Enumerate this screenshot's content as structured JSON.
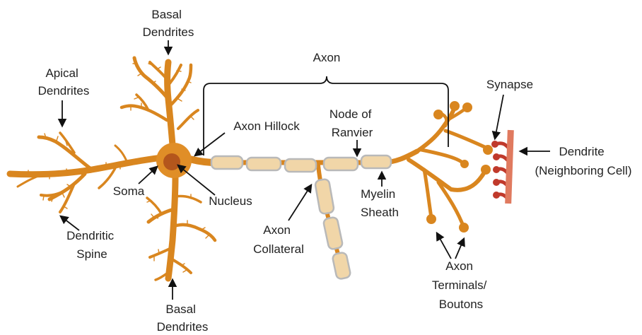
{
  "colors": {
    "neuron": "#D9861F",
    "soma_fill": "#E08E27",
    "nucleus": "#B4561C",
    "myelin": "#F1D6A8",
    "myelin_border": "#B9B9B9",
    "neighbor_dendrite": "#E07A5F",
    "neighbor_spine": "#C0392B",
    "label_text": "#222222"
  },
  "labels": {
    "basal_dendrites_top": [
      "Basal",
      "Dendrites"
    ],
    "apical_dendrites": [
      "Apical",
      "Dendrites"
    ],
    "axon": "Axon",
    "synapse": "Synapse",
    "axon_hillock": "Axon Hillock",
    "node_of_ranvier": [
      "Node of",
      "Ranvier"
    ],
    "dendrite_neighbor": [
      "Dendrite",
      "(Neighboring Cell)"
    ],
    "soma": "Soma",
    "nucleus": "Nucleus",
    "myelin_sheath": [
      "Myelin",
      "Sheath"
    ],
    "dendritic_spine": [
      "Dendritic",
      "Spine"
    ],
    "axon_collateral": [
      "Axon",
      "Collateral"
    ],
    "axon_terminals": [
      "Axon",
      "Terminals/",
      "Boutons"
    ],
    "basal_dendrites_bottom": [
      "Basal",
      "Dendrites"
    ]
  }
}
